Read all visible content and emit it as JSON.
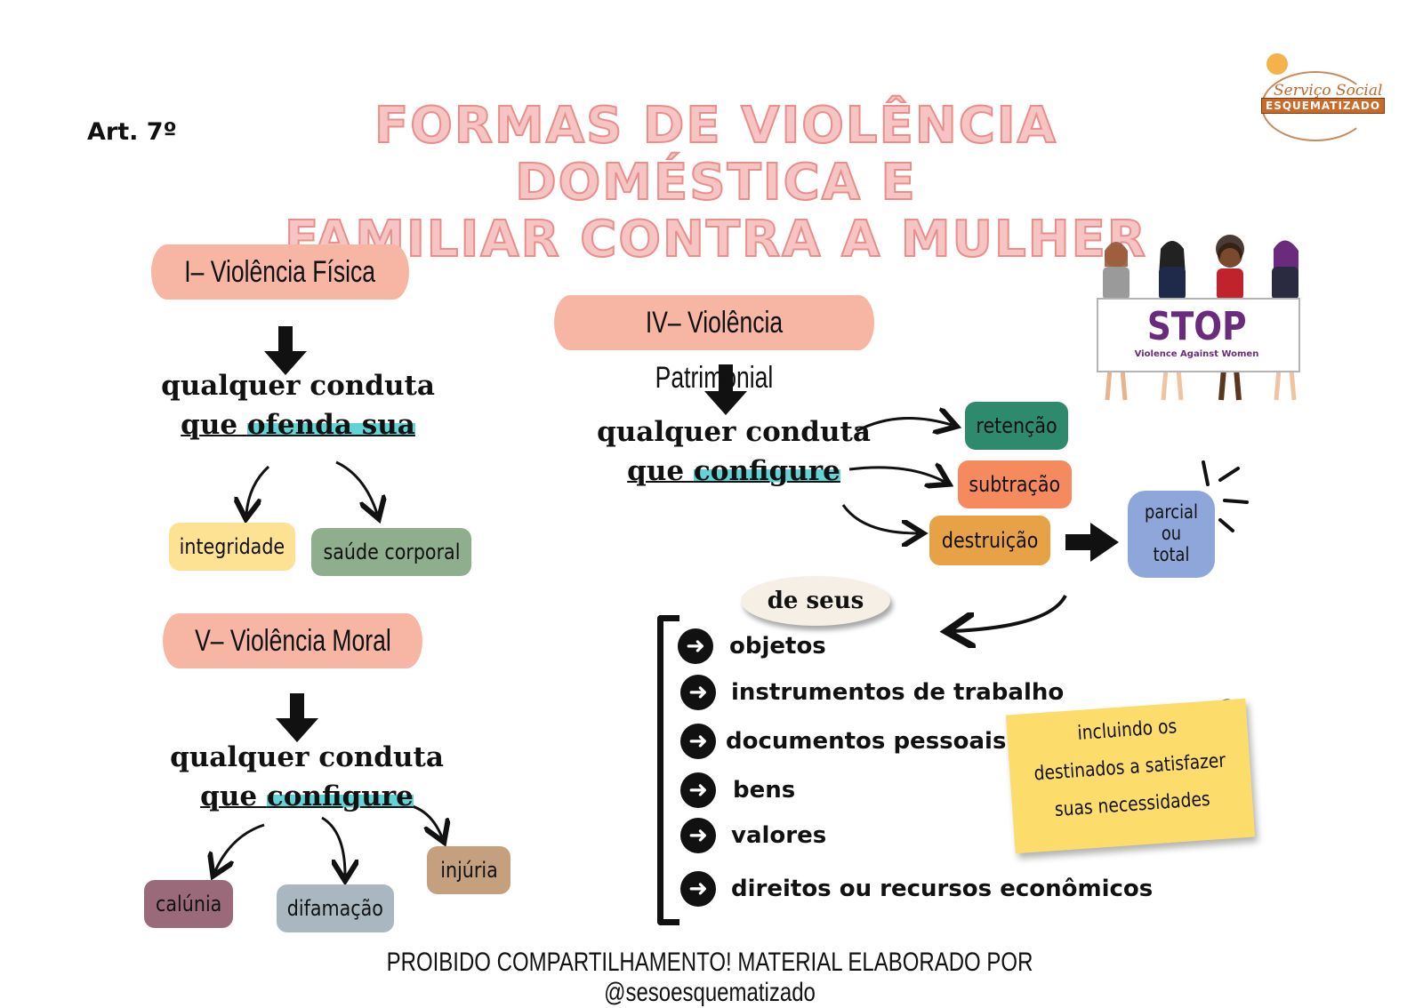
{
  "header": {
    "article": "Art. 7º",
    "title_line1": "Formas de violência doméstica e",
    "title_line2": "familiar contra a mulher",
    "logo_line1": "Serviço Social",
    "logo_line2": "ESQUEMATIZADO"
  },
  "fisica": {
    "title": "I– Violência Física",
    "cond_line1": "qualquer conduta",
    "cond_que": "que ",
    "cond_verb": "ofenda sua",
    "tags": [
      "integridade",
      "saúde corporal"
    ]
  },
  "moral": {
    "title": "V– Violência Moral",
    "cond_line1": "qualquer conduta",
    "cond_que": "que ",
    "cond_verb": "configure",
    "tags": [
      "calúnia",
      "difamação",
      "injúria"
    ]
  },
  "patrimonial": {
    "title": "IV– Violência Patrimonial",
    "cond_line1": "qualquer conduta",
    "cond_que": "que ",
    "cond_verb": "configure",
    "actions": [
      "retenção",
      "subtração",
      "destruição"
    ],
    "extent": [
      "parcial",
      "ou",
      "total"
    ],
    "de_seus": "de seus",
    "items": [
      "objetos",
      "instrumentos de trabalho",
      "documentos pessoais",
      "bens",
      "valores",
      "direitos ou recursos econômicos"
    ],
    "note": [
      "incluindo os",
      "destinados a satisfazer",
      "suas necessidades"
    ]
  },
  "stop_sign": {
    "word": "STOP",
    "subtitle": "Violence Against Women"
  },
  "footer": "PROIBIDO COMPARTILHAMENTO!  MATERIAL ELABORADO POR @sesoesquematizado",
  "colors": {
    "banner": "#f7b5a3",
    "title_fill": "#f6c4c2",
    "highlight": "#63d4d6",
    "integridade": "#fde294",
    "saude": "#8fae8e",
    "calunia": "#9b6a7a",
    "difamacao": "#a9b7c0",
    "injuria": "#c4a07f",
    "retencao": "#2e8a6c",
    "subtracao": "#f58a5f",
    "destruicao": "#e7a247",
    "parcial": "#8fa6da",
    "note": "#fcdd6b"
  }
}
